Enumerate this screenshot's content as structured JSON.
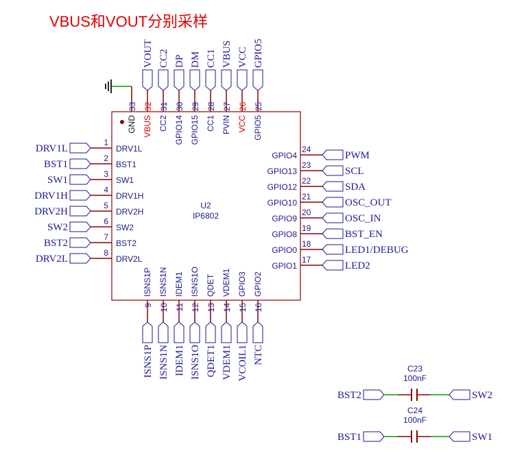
{
  "title": "VBUS和VOUT分别采样",
  "chip": {
    "designator": "U2",
    "part": "IP6802",
    "gnd": {
      "num": "33",
      "name": "GND"
    },
    "left_pins": [
      {
        "num": "1",
        "name": "DRV1L",
        "net": "DRV1L"
      },
      {
        "num": "2",
        "name": "BST1",
        "net": "BST1"
      },
      {
        "num": "3",
        "name": "SW1",
        "net": "SW1"
      },
      {
        "num": "4",
        "name": "DRV1H",
        "net": "DRV1H"
      },
      {
        "num": "5",
        "name": "DRV2H",
        "net": "DRV2H"
      },
      {
        "num": "6",
        "name": "SW2",
        "net": "SW2"
      },
      {
        "num": "7",
        "name": "BST2",
        "net": "BST2"
      },
      {
        "num": "8",
        "name": "DRV2L",
        "net": "DRV2L"
      }
    ],
    "right_pins": [
      {
        "num": "24",
        "name": "GPIO4",
        "net": "PWM"
      },
      {
        "num": "23",
        "name": "GPIO13",
        "net": "SCL"
      },
      {
        "num": "22",
        "name": "GPIO12",
        "net": "SDA"
      },
      {
        "num": "21",
        "name": "GPIO10",
        "net": "OSC_OUT"
      },
      {
        "num": "20",
        "name": "GPIO9",
        "net": "OSC_IN"
      },
      {
        "num": "19",
        "name": "GPIO8",
        "net": "BST_EN"
      },
      {
        "num": "18",
        "name": "GPIO0",
        "net": "LED1/DEBUG"
      },
      {
        "num": "17",
        "name": "GPIO1",
        "net": "LED2"
      }
    ],
    "top_pins": [
      {
        "num": "32",
        "name": "VBUS",
        "net": "VOUT",
        "highlight": true
      },
      {
        "num": "31",
        "name": "CC2",
        "net": "CC2"
      },
      {
        "num": "30",
        "name": "GPIO14",
        "net": "DP"
      },
      {
        "num": "29",
        "name": "GPIO15",
        "net": "DM"
      },
      {
        "num": "28",
        "name": "CC1",
        "net": "CC1"
      },
      {
        "num": "27",
        "name": "PVIN",
        "net": "VBUS"
      },
      {
        "num": "26",
        "name": "VCC",
        "net": "VCC",
        "highlight": true
      },
      {
        "num": "25",
        "name": "GPIO5",
        "net": "GPIO5"
      }
    ],
    "bottom_pins": [
      {
        "num": "9",
        "name": "ISNS1P",
        "net": "ISNS1P"
      },
      {
        "num": "10",
        "name": "ISNS1N",
        "net": "ISNS1N"
      },
      {
        "num": "11",
        "name": "IDEM1",
        "net": "IDEM1"
      },
      {
        "num": "12",
        "name": "ISNS1O",
        "net": "ISNS1O"
      },
      {
        "num": "13",
        "name": "QDET",
        "net": "QDET1"
      },
      {
        "num": "14",
        "name": "VDEM1",
        "net": "VDEM1"
      },
      {
        "num": "15",
        "name": "GPIO3",
        "net": "VCOIL1"
      },
      {
        "num": "16",
        "name": "GPIO2",
        "net": "NTC"
      }
    ]
  },
  "capacitors": [
    {
      "designator": "C23",
      "value": "100nF",
      "left_net": "BST2",
      "right_net": "SW2"
    },
    {
      "designator": "C24",
      "value": "100nF",
      "left_net": "BST1",
      "right_net": "SW1"
    }
  ],
  "colors": {
    "chip_border": "#8b0000",
    "pin_line": "#8b0000",
    "wire": "#00a000",
    "text": "#1a1a8c",
    "highlight": "#d80000",
    "title": "#e00000"
  }
}
